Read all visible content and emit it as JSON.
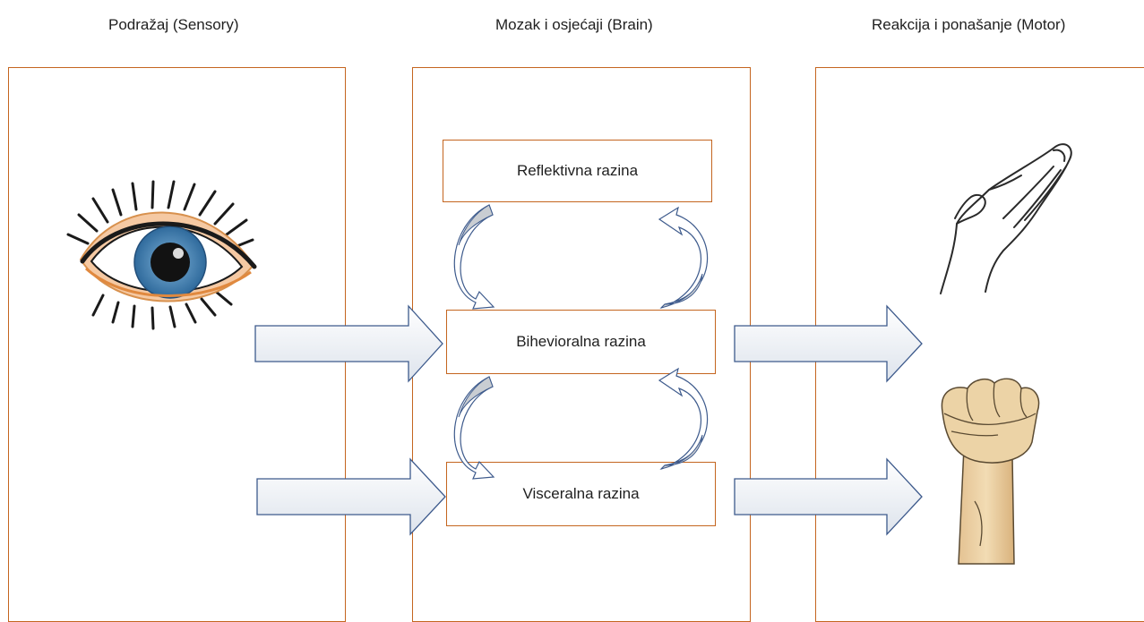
{
  "columns": {
    "sensory": "Podražaj (Sensory)",
    "brain": "Mozak i osjećaji (Brain)",
    "motor": "Reakcija i ponašanje (Motor)"
  },
  "levels": {
    "reflective": "Reflektivna razina",
    "behavioral": "Bihevioralna razina",
    "visceral": "Visceralna razina"
  },
  "colors": {
    "panel_border": "#c4651f",
    "arrow_stroke": "#3d5a8c",
    "arrow_fill_top": "#ffffff",
    "arrow_fill_bottom": "#dde3ec",
    "curve_fill": "#c9cdd2",
    "iris": "#4a86b8",
    "lid_skin": "#f5c9a3",
    "fist_skin": "#ecd3a6"
  },
  "icons": {
    "stimulus": "eye-icon",
    "open-hand": "open-hand-icon",
    "fist": "fist-icon"
  }
}
